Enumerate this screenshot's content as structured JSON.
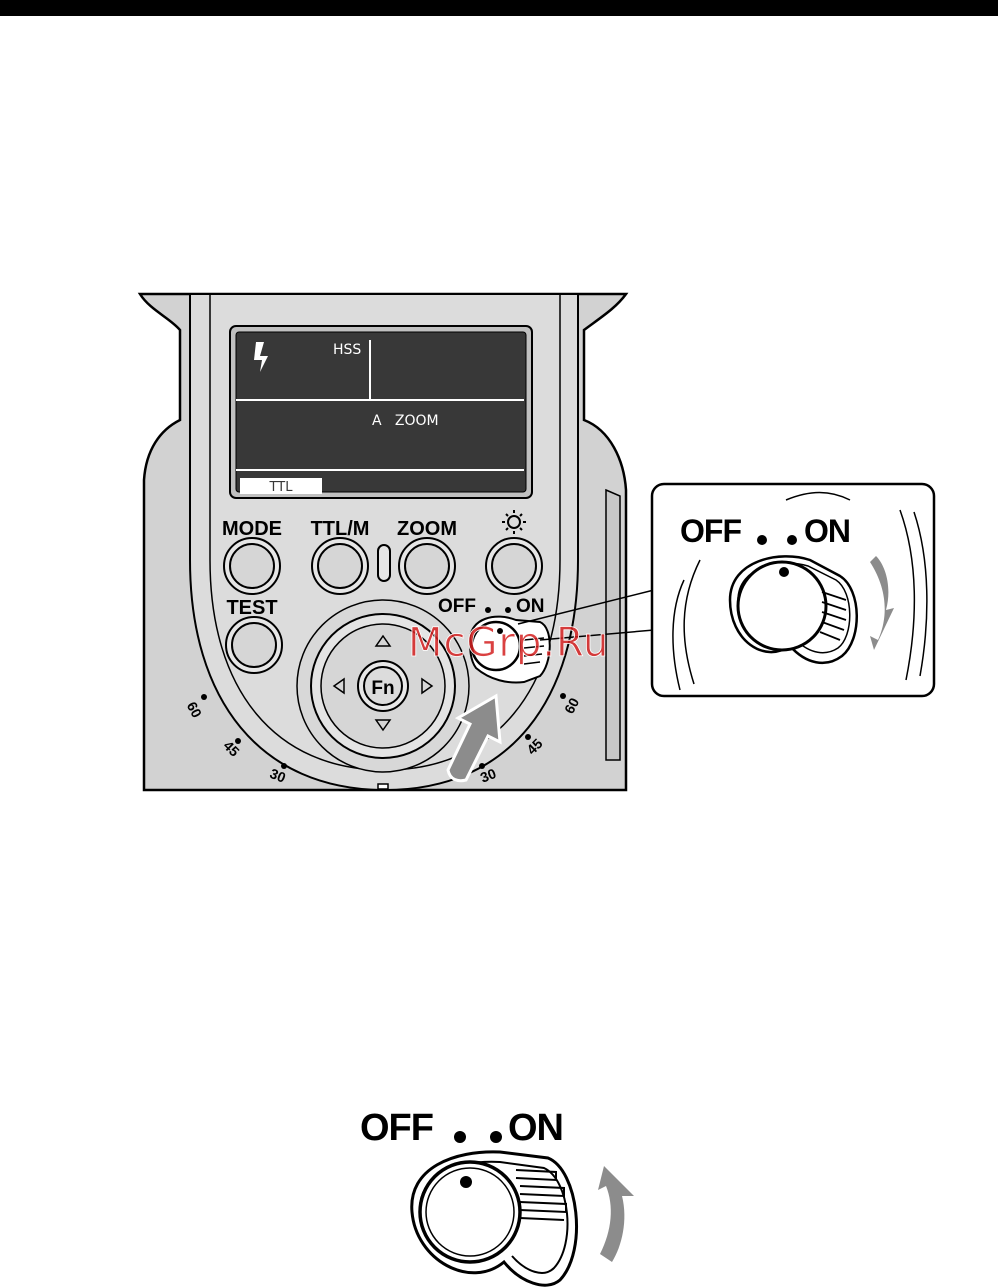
{
  "lcd": {
    "flash_icon": "flash-bolt-icon",
    "hss": "HSS",
    "mode_line": "A   ZOOM",
    "ttl_tab": "TTL"
  },
  "buttons": {
    "mode": "MODE",
    "ttlm": "TTL/M",
    "zoom": "ZOOM",
    "light_icon": "backlight-sun-icon",
    "test": "TEST"
  },
  "switch": {
    "off": "OFF",
    "on": "ON"
  },
  "dial": {
    "center": "Fn",
    "left_marks": [
      "60",
      "45",
      "30"
    ],
    "right_marks": [
      "30",
      "45",
      "60"
    ]
  },
  "watermark": "McGrp.Ru",
  "colors": {
    "body": "#d4d4d4",
    "body_dark": "#bdbdbd",
    "arrow": "#8c8c8c",
    "watermark": "#d42020"
  }
}
